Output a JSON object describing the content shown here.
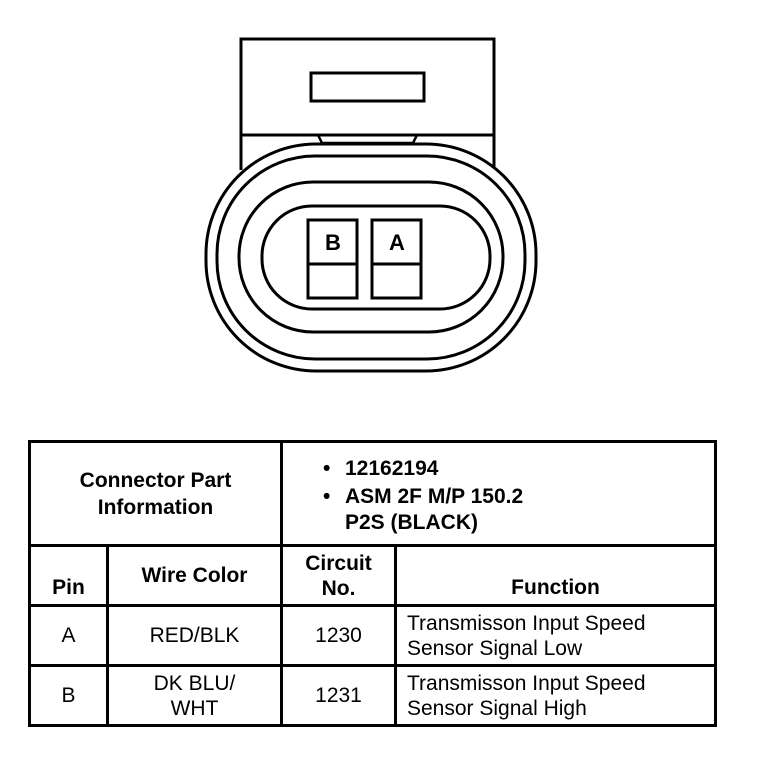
{
  "connector": {
    "pins": [
      {
        "id": "B"
      },
      {
        "id": "A"
      }
    ]
  },
  "part_info": {
    "label_line1": "Connector Part",
    "label_line2": "Information",
    "items": [
      {
        "bullet": "•",
        "line1": "12162194",
        "line2": ""
      },
      {
        "bullet": "•",
        "line1": "ASM 2F M/P 150.2",
        "line2": "P2S (BLACK)"
      }
    ]
  },
  "headers": {
    "pin": "Pin",
    "wire_color": "Wire Color",
    "circuit_line1": "Circuit",
    "circuit_line2": "No.",
    "function": "Function"
  },
  "rows": [
    {
      "pin": "A",
      "wire1": "RED/BLK",
      "wire2": "",
      "circuit": "1230",
      "func1": "Transmisson Input Speed",
      "func2": "Sensor Signal Low"
    },
    {
      "pin": "B",
      "wire1": "DK BLU/",
      "wire2": "WHT",
      "circuit": "1231",
      "func1": "Transmisson Input Speed",
      "func2": "Sensor Signal High"
    }
  ]
}
